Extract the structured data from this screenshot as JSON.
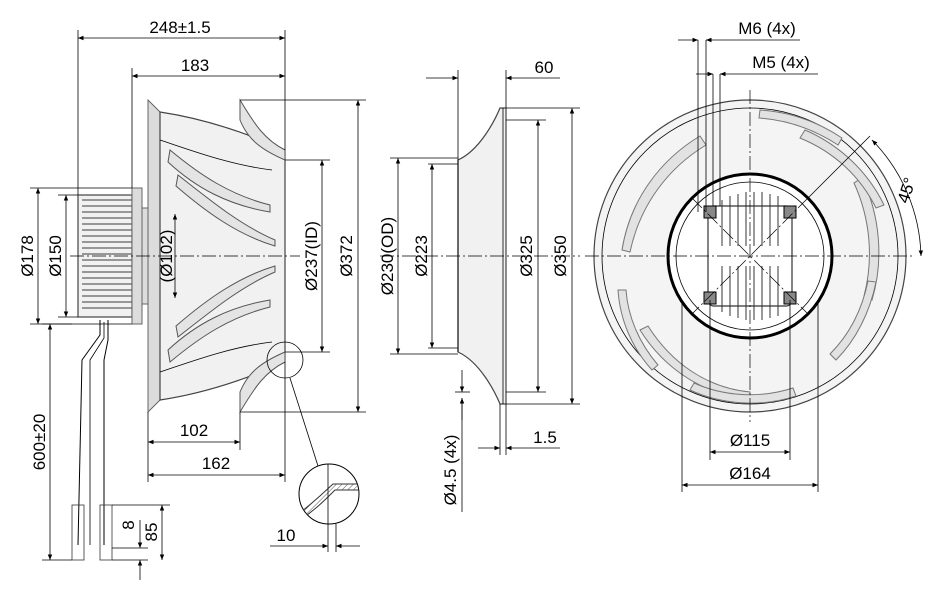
{
  "side_view": {
    "overall_length": "248±1.5",
    "length_183": "183",
    "dia_178": "Ø178",
    "dia_150": "Ø150",
    "dia_102": "(Ø102)",
    "dia_237_id": "Ø237(ID)",
    "dia_372": "Ø372",
    "len_102": "102",
    "len_162": "162",
    "cable_length": "600±20",
    "len_8": "8",
    "len_85": "85",
    "len_10": "10"
  },
  "inlet_view": {
    "len_60": "60",
    "dia_230_od": "Ø230(OD)",
    "dia_223": "Ø223",
    "dia_325": "Ø325",
    "dia_350": "Ø350",
    "holes": "Ø4.5 (4x)",
    "len_1_5": "1.5"
  },
  "front_view": {
    "thread_m6": "M6 (4x)",
    "thread_m5": "M5 (4x)",
    "angle": "45°",
    "dia_115": "Ø115",
    "dia_164": "Ø164"
  }
}
